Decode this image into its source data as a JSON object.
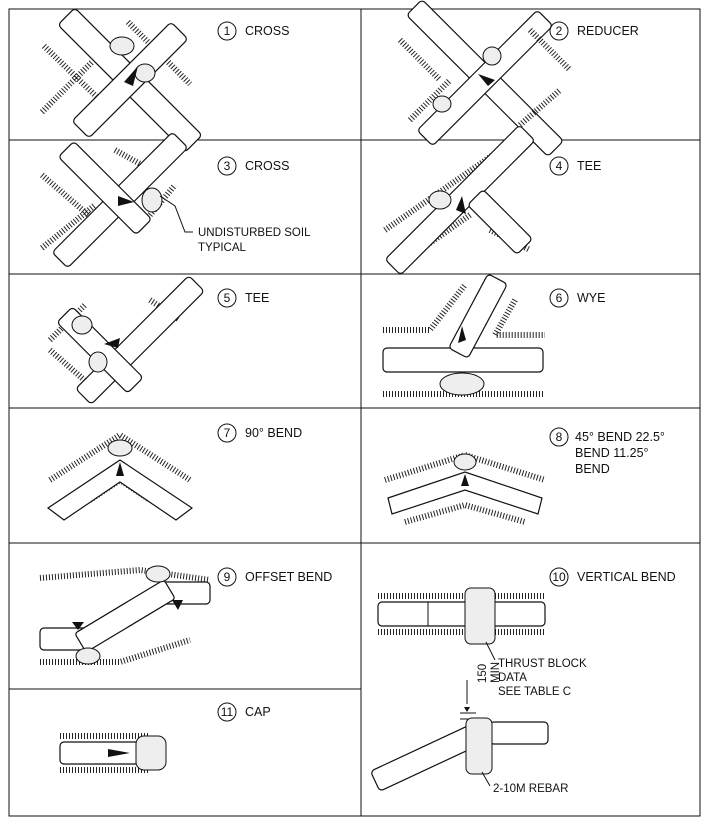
{
  "panels": [
    {
      "num": "1",
      "label": "CROSS"
    },
    {
      "num": "2",
      "label": "REDUCER"
    },
    {
      "num": "3",
      "label": "CROSS"
    },
    {
      "num": "4",
      "label": "TEE"
    },
    {
      "num": "5",
      "label": "TEE"
    },
    {
      "num": "6",
      "label": "WYE"
    },
    {
      "num": "7",
      "label": "90° BEND"
    },
    {
      "num": "8",
      "label_lines": [
        "45° BEND 22.5°",
        "BEND 11.25°",
        "BEND"
      ]
    },
    {
      "num": "9",
      "label": "OFFSET BEND"
    },
    {
      "num": "10",
      "label": "VERTICAL BEND"
    },
    {
      "num": "11",
      "label": "CAP"
    }
  ],
  "notes": {
    "undisturbed_soil": [
      "UNDISTURBED SOIL",
      "TYPICAL"
    ],
    "thrust_block": [
      "THRUST BLOCK",
      "DATA",
      "SEE TABLE C"
    ],
    "clearance_value": "150",
    "clearance_unit": "MIN",
    "rebar": "2-10M REBAR"
  }
}
